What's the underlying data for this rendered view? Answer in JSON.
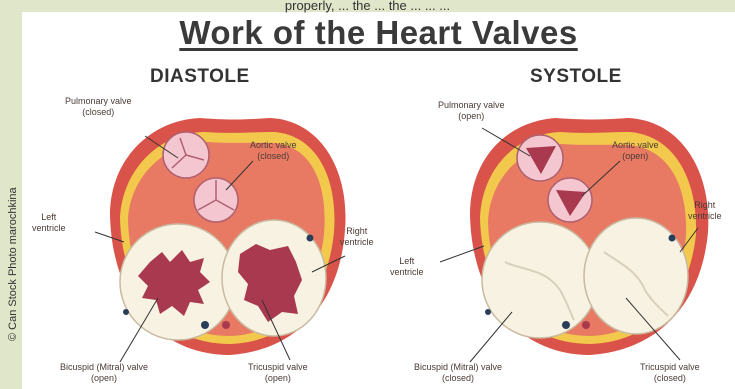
{
  "header": {
    "cropped_text": "properly, ... the ... the ... ... ...",
    "title": "Work of the Heart Valves",
    "credit": "© Can Stock Photo marochkina"
  },
  "diastole": {
    "heading": "DIASTOLE",
    "pulmonary": {
      "name": "Pulmonary valve",
      "state": "(closed)"
    },
    "aortic": {
      "name": "Aortic valve",
      "state": "(closed)"
    },
    "left_ventricle": {
      "line1": "Left",
      "line2": "ventricle"
    },
    "right_ventricle": {
      "line1": "Right",
      "line2": "ventricle"
    },
    "bicuspid": {
      "name": "Bicuspid (Mitral) valve",
      "state": "(open)"
    },
    "tricuspid": {
      "name": "Tricuspid valve",
      "state": "(open)"
    }
  },
  "systole": {
    "heading": "SYSTOLE",
    "pulmonary": {
      "name": "Pulmonary valve",
      "state": "(open)"
    },
    "aortic": {
      "name": "Aortic valve",
      "state": "(open)"
    },
    "left_ventricle": {
      "line1": "Left",
      "line2": "ventricle"
    },
    "right_ventricle": {
      "line1": "Right",
      "line2": "ventricle"
    },
    "bicuspid": {
      "name": "Bicuspid (Mitral) valve",
      "state": "(closed)"
    },
    "tricuspid": {
      "name": "Tricuspid valve",
      "state": "(closed)"
    }
  },
  "colors": {
    "tissue_outer": "#d9534a",
    "tissue_inner": "#f3c4a6",
    "fat": "#f2c94c",
    "chamber": "#f7f2e2",
    "valve_open": "#a8394f",
    "valve_pink": "#f4c6cf"
  }
}
